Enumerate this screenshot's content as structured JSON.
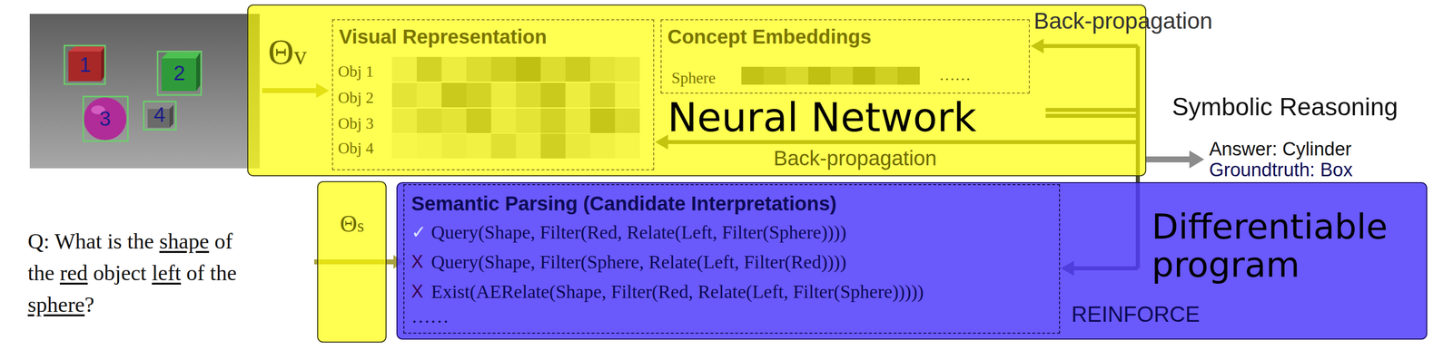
{
  "diagram": {
    "nodes": [
      {
        "text": [
          "Neural Network",
          "Θv"
        ]
      },
      {
        "text": [
          "Visual Representation",
          "Obj 1",
          "Obj 2",
          "Obj 3",
          "Obj 4"
        ],
        "in": 0
      },
      {
        "text": [
          "Concept Embeddings",
          "Sphere",
          "……"
        ],
        "in": 0
      },
      {
        "text": [
          "Θs"
        ]
      },
      {
        "text": [
          "Differentiable program",
          "REINFORCE"
        ]
      },
      {
        "text": [
          "Semantic Parsing (Candidate Interpretations)",
          "✓",
          "Query(Shape, Filter(Red, Relate(Left, Filter(Sphere))))",
          "X",
          "Query(Shape, Filter(Sphere, Relate(Left, Filter(Red))))",
          "X",
          "Exist(AERelate(Shape, Filter(Red, Relate(Left, Filter(Sphere)))))",
          "……"
        ],
        "in": 4
      }
    ],
    "edges": [
      {
        "from": 3,
        "to": 5,
        "arrow": "to"
      }
    ],
    "labels": [
      "1",
      "2",
      "3",
      "4",
      "Back-propagation",
      "Back-propagation",
      "Symbolic Reasoning",
      "Answer: Cylinder",
      "Groundtruth: Box",
      "Q: What is the",
      "shape",
      "of",
      "the",
      "red",
      "object",
      "left",
      "of the",
      "sphere",
      "?"
    ]
  }
}
